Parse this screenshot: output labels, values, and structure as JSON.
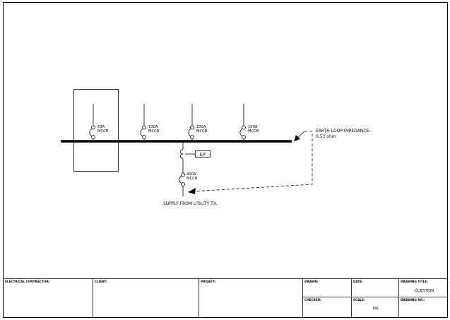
{
  "breakers": [
    {
      "rating": "63A",
      "type": "MCCB"
    },
    {
      "rating": "100A",
      "type": "MCCB"
    },
    {
      "rating": "100A",
      "type": "MCCB"
    },
    {
      "rating": "100A",
      "type": "MCCB"
    }
  ],
  "earth_fault": {
    "label": "E/F"
  },
  "main_breaker": {
    "rating": "400A",
    "type": "MCCB"
  },
  "supply_label": "SUPPLY FROM UTILITY TX.",
  "impedance": {
    "title": "EARTH LOOP IMPEDANCE:",
    "value": "0.53 ohm"
  },
  "title_block": {
    "electrical_contractor": "ELECTRICAL CONTRACTOR:",
    "client": "CLIENT:",
    "project": "PROJECT:",
    "drawn": "DRAWN:",
    "date": "DATE:",
    "drawing_title_label": "DRAWING TITLE:",
    "drawing_title_value": "QUESTION",
    "checked": "CHECKED:",
    "scale_label": "SCALE:",
    "scale_value": "NIL",
    "drawing_no": "DRAWING NO.:"
  }
}
